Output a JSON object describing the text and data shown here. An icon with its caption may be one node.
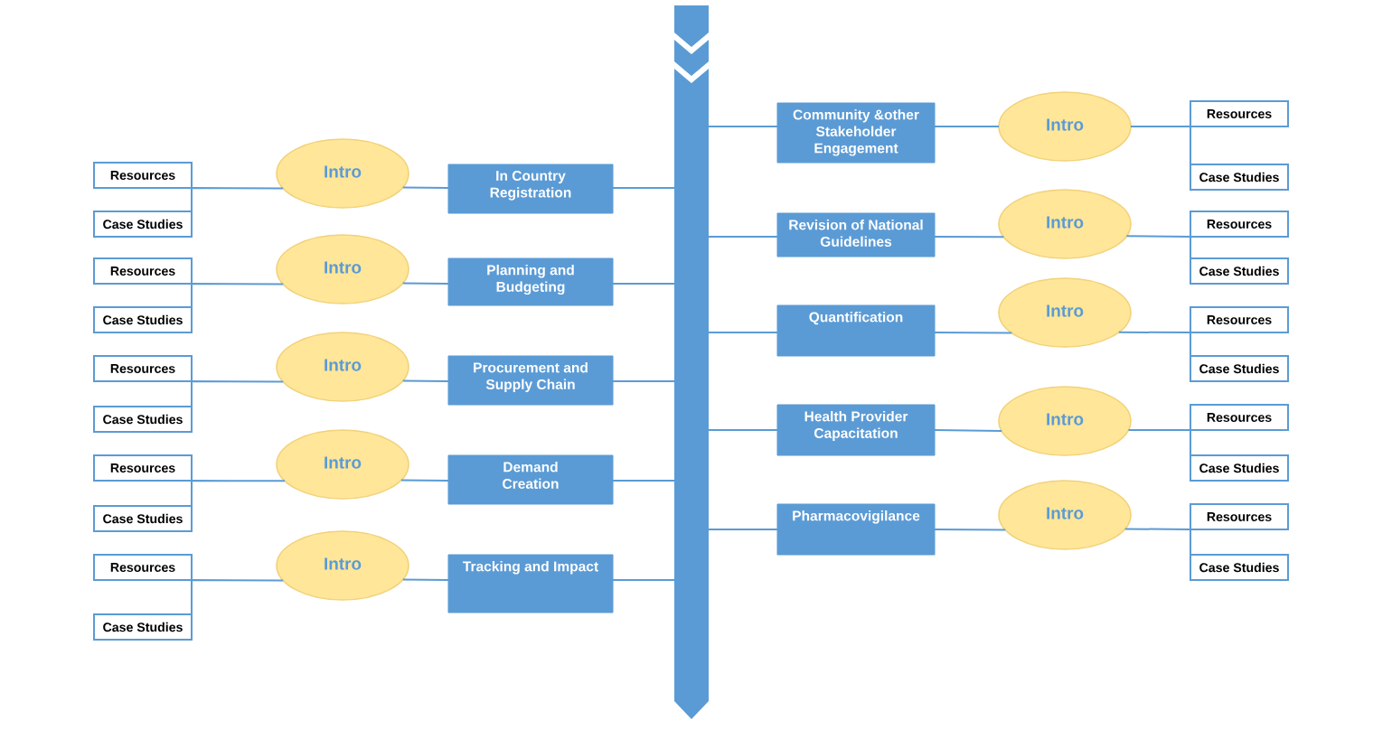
{
  "diagram": {
    "nodes": [
      {
        "text": [],
        "shape": "bar"
      },
      {
        "text": [
          "In Country Registration"
        ]
      },
      {
        "text": [
          "Intro"
        ]
      },
      {
        "text": [
          "Resources"
        ]
      },
      {
        "text": [
          "Case Studies"
        ]
      },
      {
        "text": [
          "Planning and Budgeting"
        ]
      },
      {
        "text": [
          "Intro"
        ]
      },
      {
        "text": [
          "Resources"
        ]
      },
      {
        "text": [
          "Case Studies"
        ]
      },
      {
        "text": [
          "Procurement and Supply Chain"
        ]
      },
      {
        "text": [
          "Intro"
        ]
      },
      {
        "text": [
          "Resources"
        ]
      },
      {
        "text": [
          "Case Studies"
        ]
      },
      {
        "text": [
          "Demand Creation"
        ]
      },
      {
        "text": [
          "Intro"
        ]
      },
      {
        "text": [
          "Resources"
        ]
      },
      {
        "text": [
          "Case Studies"
        ]
      },
      {
        "text": [
          "Tracking and Impact"
        ]
      },
      {
        "text": [
          "Intro"
        ]
      },
      {
        "text": [
          "Resources"
        ]
      },
      {
        "text": [
          "Case Studies"
        ]
      },
      {
        "text": [
          "Community &other Stakeholder Engagement"
        ]
      },
      {
        "text": [
          "Intro"
        ]
      },
      {
        "text": [
          "Resources"
        ]
      },
      {
        "text": [
          "Case Studies"
        ]
      },
      {
        "text": [
          "Revision of National Guidelines"
        ]
      },
      {
        "text": [
          "Intro"
        ]
      },
      {
        "text": [
          "Resources"
        ]
      },
      {
        "text": [
          "Case Studies"
        ]
      },
      {
        "text": [
          "Quantification"
        ]
      },
      {
        "text": [
          "Intro"
        ]
      },
      {
        "text": [
          "Resources"
        ]
      },
      {
        "text": [
          "Case Studies"
        ]
      },
      {
        "text": [
          "Health Provider Capacitation"
        ]
      },
      {
        "text": [
          "Intro"
        ]
      },
      {
        "text": [
          "Resources"
        ]
      },
      {
        "text": [
          "Case Studies"
        ]
      },
      {
        "text": [
          "Pharmacovigilance"
        ]
      },
      {
        "text": [
          "Intro"
        ]
      },
      {
        "text": [
          "Resources"
        ]
      },
      {
        "text": [
          "Case Studies"
        ]
      }
    ],
    "edges": [
      {
        "from": 0,
        "to": 1,
        "arrow": "none"
      },
      {
        "from": 1,
        "to": 2,
        "arrow": "none"
      },
      {
        "from": 2,
        "to": 3,
        "arrow": "none"
      },
      {
        "from": 2,
        "to": 4,
        "arrow": "none"
      },
      {
        "from": 0,
        "to": 5,
        "arrow": "none"
      },
      {
        "from": 5,
        "to": 6,
        "arrow": "none"
      },
      {
        "from": 6,
        "to": 7,
        "arrow": "none"
      },
      {
        "from": 6,
        "to": 8,
        "arrow": "none"
      },
      {
        "from": 0,
        "to": 9,
        "arrow": "none"
      },
      {
        "from": 9,
        "to": 10,
        "arrow": "none"
      },
      {
        "from": 10,
        "to": 11,
        "arrow": "none"
      },
      {
        "from": 10,
        "to": 12,
        "arrow": "none"
      },
      {
        "from": 0,
        "to": 13,
        "arrow": "none"
      },
      {
        "from": 13,
        "to": 14,
        "arrow": "none"
      },
      {
        "from": 14,
        "to": 15,
        "arrow": "none"
      },
      {
        "from": 14,
        "to": 16,
        "arrow": "none"
      },
      {
        "from": 0,
        "to": 17,
        "arrow": "none"
      },
      {
        "from": 17,
        "to": 18,
        "arrow": "none"
      },
      {
        "from": 18,
        "to": 19,
        "arrow": "none"
      },
      {
        "from": 18,
        "to": 20,
        "arrow": "none"
      },
      {
        "from": 0,
        "to": 21,
        "arrow": "none"
      },
      {
        "from": 21,
        "to": 22,
        "arrow": "none"
      },
      {
        "from": 22,
        "to": 23,
        "arrow": "none"
      },
      {
        "from": 22,
        "to": 24,
        "arrow": "none"
      },
      {
        "from": 0,
        "to": 25,
        "arrow": "none"
      },
      {
        "from": 25,
        "to": 26,
        "arrow": "none"
      },
      {
        "from": 26,
        "to": 27,
        "arrow": "none"
      },
      {
        "from": 26,
        "to": 28,
        "arrow": "none"
      },
      {
        "from": 0,
        "to": 29,
        "arrow": "none"
      },
      {
        "from": 29,
        "to": 30,
        "arrow": "none"
      },
      {
        "from": 30,
        "to": 31,
        "arrow": "none"
      },
      {
        "from": 30,
        "to": 32,
        "arrow": "none"
      },
      {
        "from": 0,
        "to": 33,
        "arrow": "none"
      },
      {
        "from": 33,
        "to": 34,
        "arrow": "none"
      },
      {
        "from": 34,
        "to": 35,
        "arrow": "none"
      },
      {
        "from": 34,
        "to": 36,
        "arrow": "none"
      },
      {
        "from": 0,
        "to": 37,
        "arrow": "none"
      },
      {
        "from": 37,
        "to": 38,
        "arrow": "none"
      },
      {
        "from": 38,
        "to": 39,
        "arrow": "none"
      },
      {
        "from": 38,
        "to": 40,
        "arrow": "none"
      }
    ]
  }
}
